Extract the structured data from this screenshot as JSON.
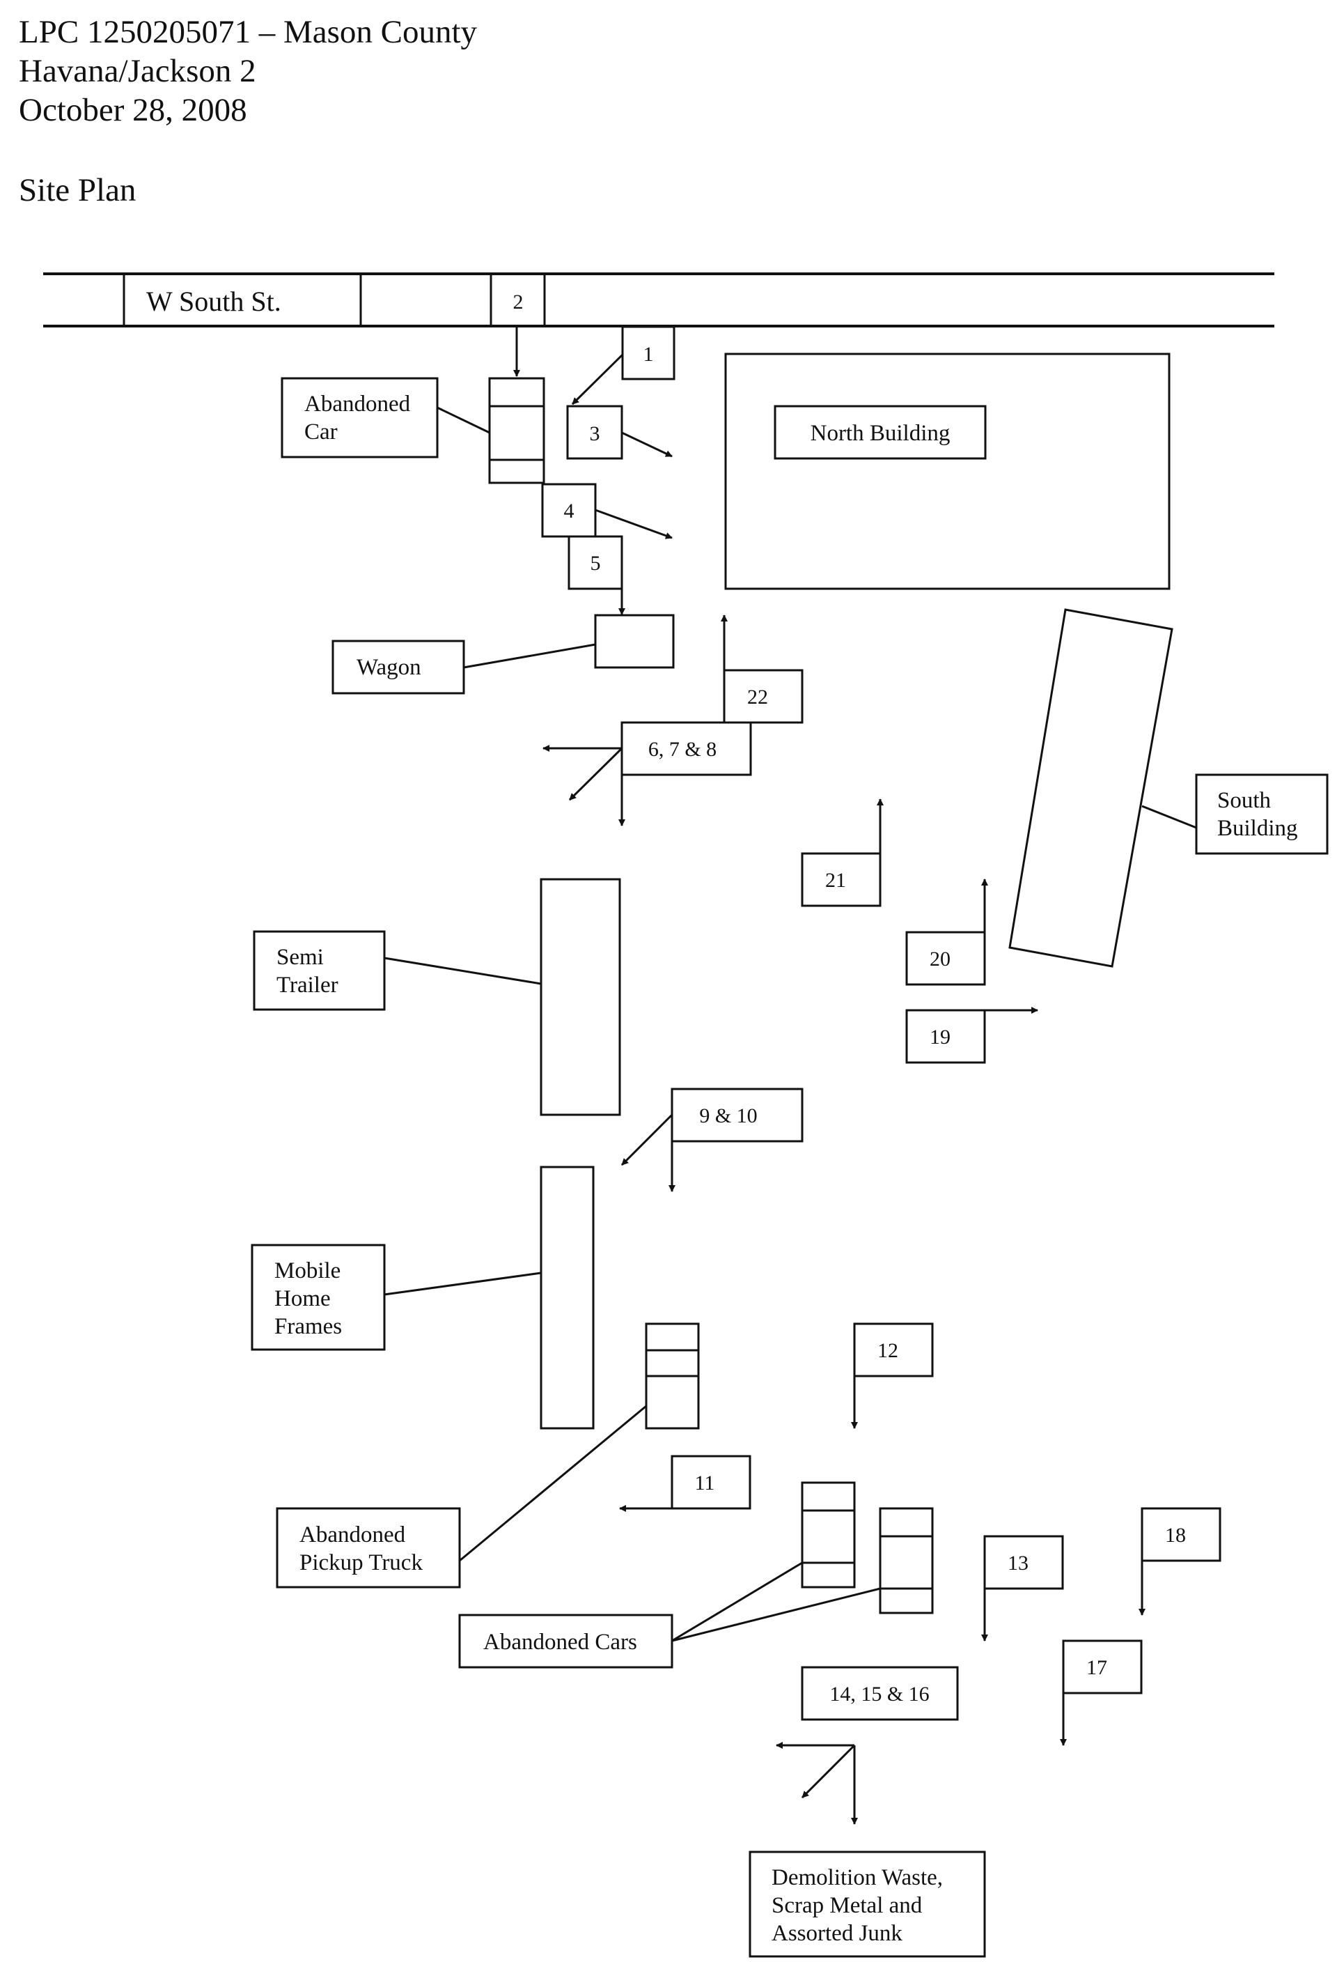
{
  "header": {
    "line1": "LPC 1250205071 – Mason County",
    "line2": "Havana/Jackson 2",
    "line3": "October 28, 2008",
    "section_title": "Site Plan"
  },
  "street": {
    "name": "W South St."
  },
  "objects": {
    "abandoned_car": [
      "Abandoned",
      "Car"
    ],
    "north_building": "North Building",
    "wagon": "Wagon",
    "south_building": [
      "South",
      "Building"
    ],
    "semi_trailer": [
      "Semi",
      "Trailer"
    ],
    "mobile_home_frames": [
      "Mobile",
      "Home",
      "Frames"
    ],
    "abandoned_pickup_truck": [
      "Abandoned",
      "Pickup Truck"
    ],
    "abandoned_cars": "Abandoned Cars",
    "demolition_waste": [
      "Demolition Waste,",
      "Scrap Metal and",
      "Assorted Junk"
    ]
  },
  "photo_points": {
    "p1": "1",
    "p2": "2",
    "p3": "3",
    "p4": "4",
    "p5": "5",
    "p6_7_8": "6, 7 & 8",
    "p9_10": "9 & 10",
    "p11": "11",
    "p12": "12",
    "p13": "13",
    "p14_15_16": "14, 15 & 16",
    "p17": "17",
    "p18": "18",
    "p19": "19",
    "p20": "20",
    "p21": "21",
    "p22": "22"
  }
}
